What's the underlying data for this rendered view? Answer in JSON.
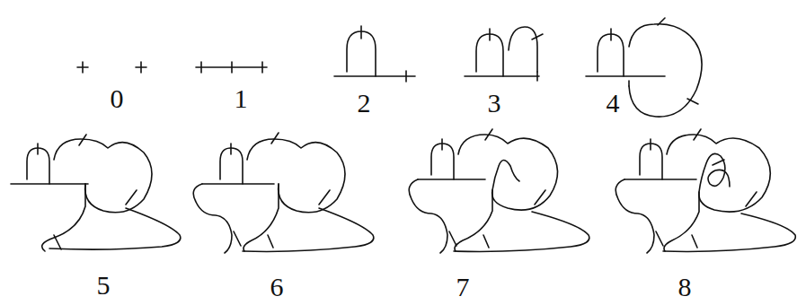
{
  "diagram": {
    "labels": [
      "0",
      "1",
      "2",
      "3",
      "4",
      "5",
      "6",
      "7",
      "8"
    ]
  }
}
